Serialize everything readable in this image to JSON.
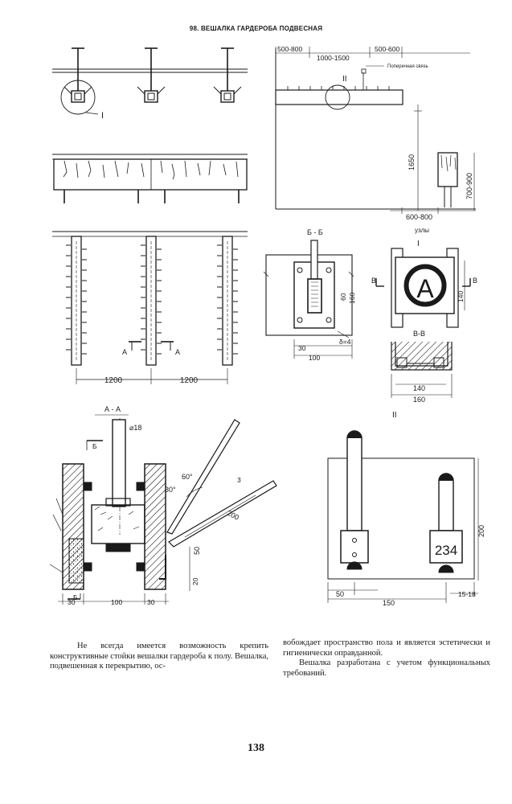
{
  "page": {
    "title": "98. ВЕШАЛКА ГАРДЕРОБА ПОДВЕСНАЯ",
    "number": "138"
  },
  "drawing": {
    "labels": {
      "node_one": "I",
      "node_two": "II",
      "nodes_heading": "узлы",
      "section_bb": "Б - Б",
      "section_vv": "В-В",
      "section_aa": "А - А",
      "cross_tie": "Поперечная связь",
      "letter_a": "А",
      "letter_b": "Б",
      "letter_v": "В",
      "tag_number": "234"
    },
    "dims": {
      "d500_800": "500-800",
      "d1000_1500": "1000-1500",
      "d500_600": "500-600",
      "d1650": "1650",
      "d700_900": "700-900",
      "d600_800": "600-800",
      "d1200": "1200",
      "d60": "60",
      "d160": "160",
      "d30": "30",
      "d100": "100",
      "delta4": "δ=4",
      "d140": "140",
      "d18": "⌀18",
      "ang60": "60°",
      "ang30": "30°",
      "d3": "3",
      "d200": "200",
      "d50": "50",
      "d20": "20",
      "d150": "150",
      "d15_18": "15-18"
    }
  },
  "text": {
    "col1": "Не всегда имеется возможность крепить конструктивные стойки вешалки гардероба к полу. Вешалка, подвешенная к перекрытию, ос-",
    "col2_p1": "вобождает пространство пола и является эстетически и гигиенически оправданной.",
    "col2_p2": "Вешалка разработана с учетом функциональных требований."
  }
}
